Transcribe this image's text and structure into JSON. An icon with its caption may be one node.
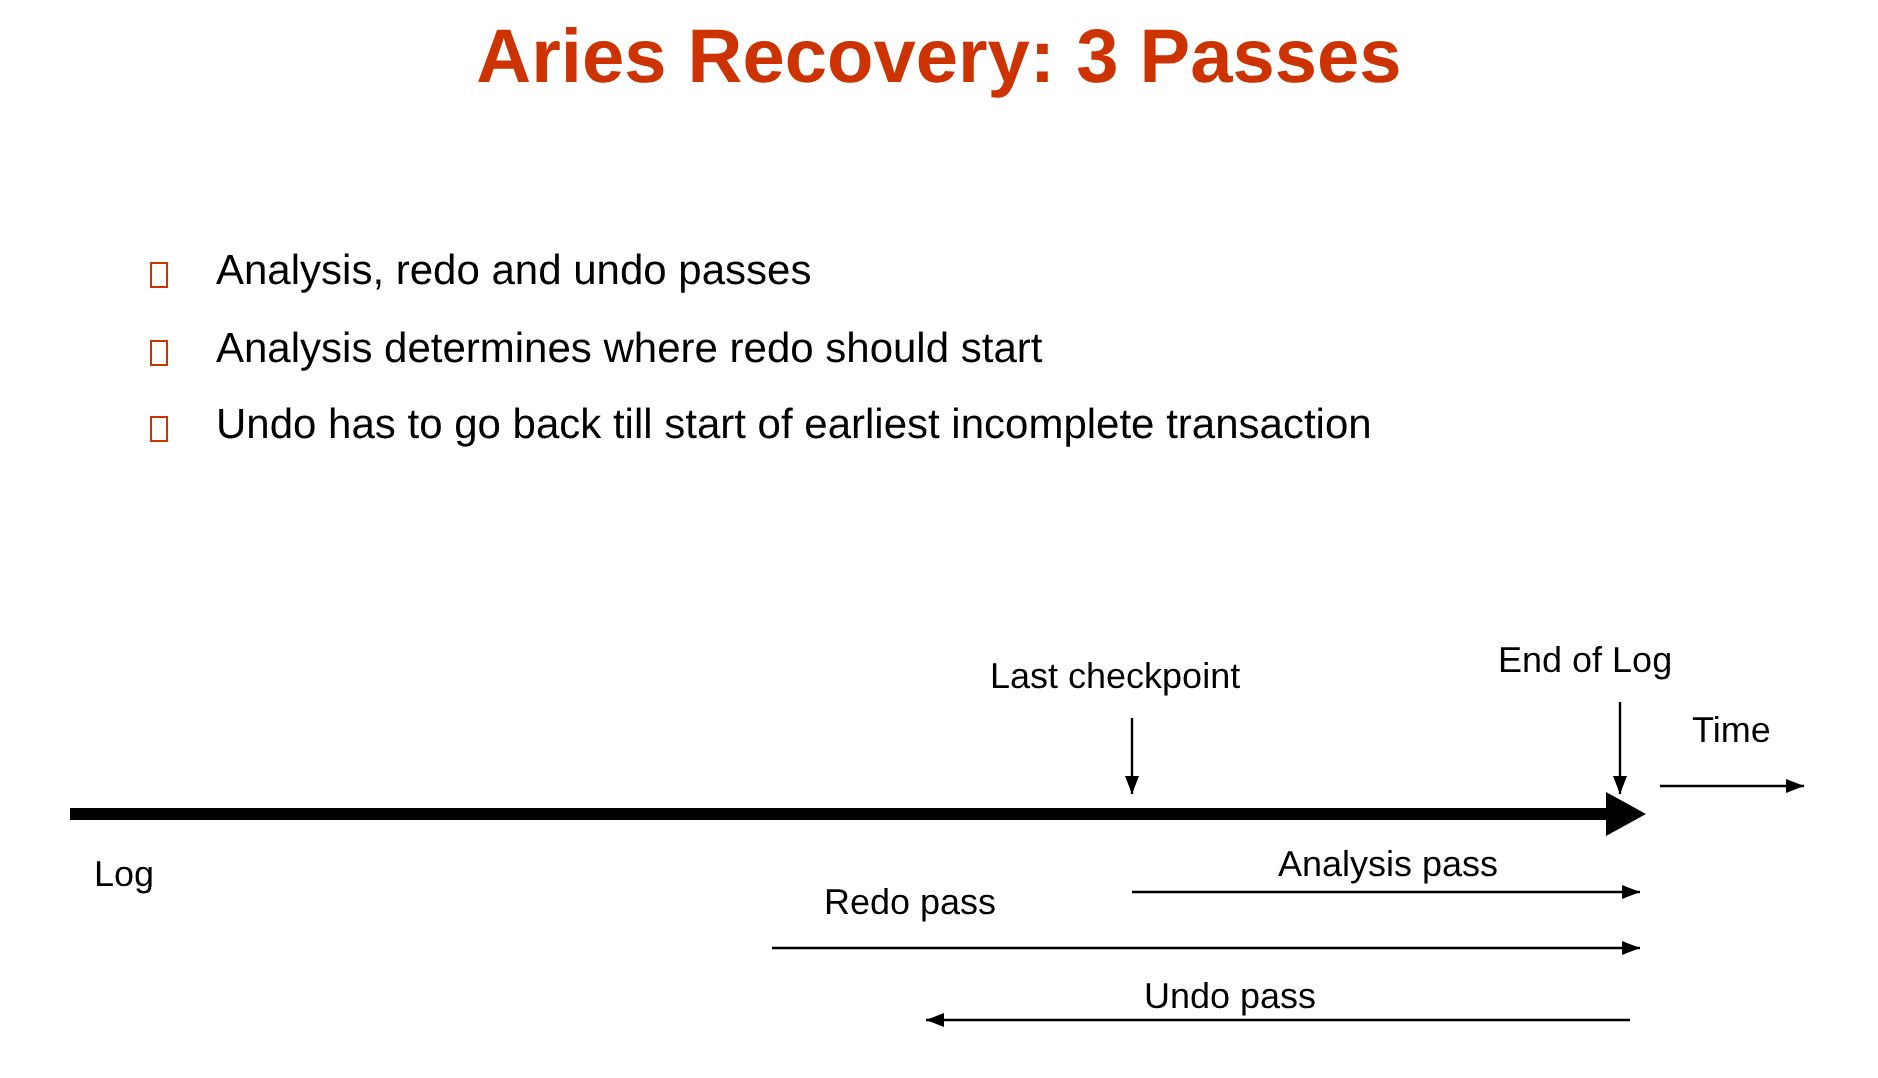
{
  "diagram": {
    "title": "Aries Recovery: 3 Passes",
    "nodes": [
      {
        "text": [
          "Last checkpoint"
        ]
      },
      {
        "text": [
          "End of Log"
        ]
      },
      {
        "text": [],
        "shape": "bar",
        "beside": [
          "Log"
        ]
      }
    ],
    "edges": [
      {
        "from": 0,
        "to": 2,
        "arrow": "to"
      },
      {
        "from": 1,
        "to": 2,
        "arrow": "to"
      }
    ],
    "labels": [
      "Analysis, redo and undo passes",
      "Analysis determines where redo should start",
      "Undo has to go back till start of earliest incomplete transaction",
      "Time",
      "Analysis pass",
      "Redo pass",
      "Undo pass"
    ]
  }
}
